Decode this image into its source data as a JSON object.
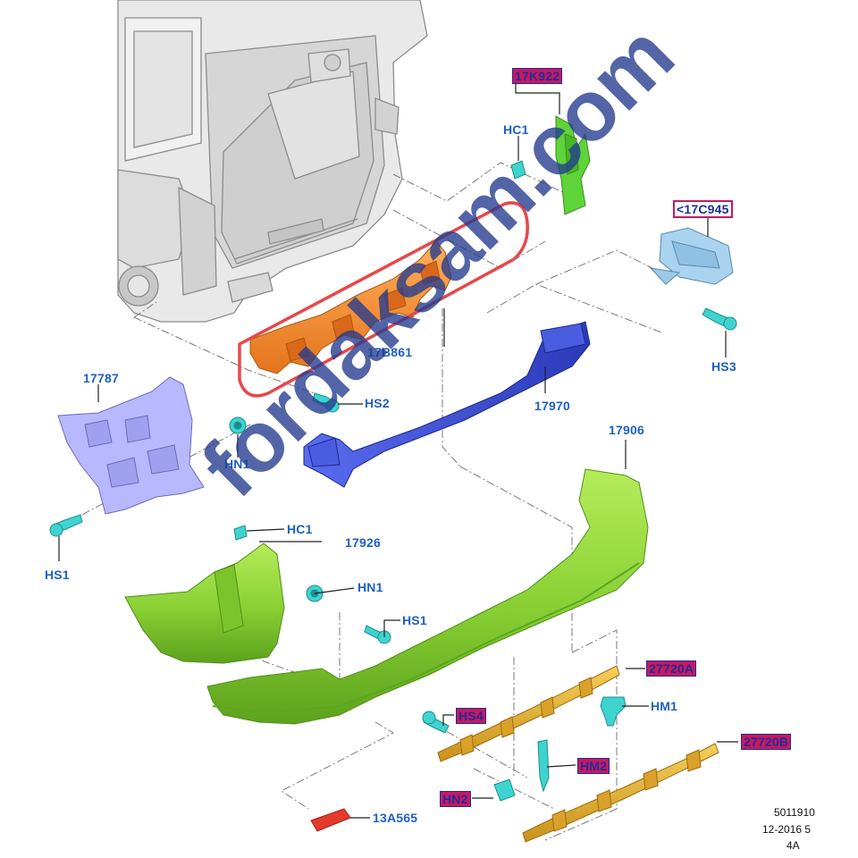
{
  "diagram": {
    "part_labels": {
      "p17k922": "17K922",
      "hc1_top": "HC1",
      "p17c945": "<17C945",
      "hs3": "HS3",
      "p17b861": "17B861",
      "hs2": "HS2",
      "p17970": "17970",
      "p17787": "17787",
      "hn1_left": "HN1",
      "p17906": "17906",
      "hs1_left": "HS1",
      "hc1_mid": "HC1",
      "p17926": "17926",
      "hn1_mid": "HN1",
      "hs1_mid": "HS1",
      "p27720a": "27720A",
      "hm1": "HM1",
      "hs4": "HS4",
      "hm2": "HM2",
      "p27720b": "27720B",
      "hn2": "HN2",
      "p13a565": "13A565"
    },
    "footer": {
      "line1": "5011910",
      "line2": "12-2016 5",
      "line3": "4A"
    },
    "watermark": "fordaksam.com",
    "colors": {
      "label_blue": "#1f5fc4",
      "highlight_red": "#c9185e",
      "bumper_green": "#8fd43a",
      "bracket_orange": "#f08a2a",
      "reinforcement_blue": "#3b4fd6",
      "clip_cyan": "#3fd3d0",
      "reflector_red": "#e23b2a",
      "strip_gold": "#e3b42a",
      "callout_red": "#e8474a"
    }
  }
}
